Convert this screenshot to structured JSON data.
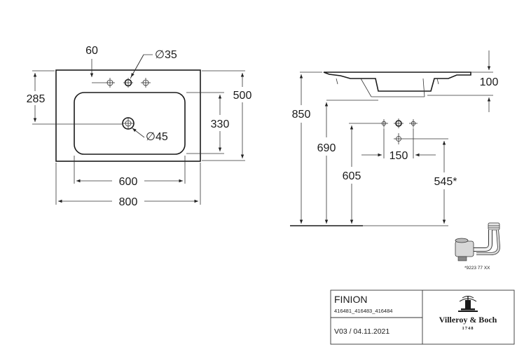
{
  "top_view": {
    "dim_tap_offset": "60",
    "dim_tap_hole": "∅35",
    "dim_depth_to_tap": "285",
    "dim_total_depth": "500",
    "dim_bowl_depth": "330",
    "dim_drain_hole": "∅45",
    "dim_bowl_width": "600",
    "dim_total_width": "800"
  },
  "side_view": {
    "dim_total_height": "850",
    "dim_top_height": "100",
    "dim_height_690": "690",
    "dim_hole_spacing": "150",
    "dim_height_605": "605",
    "dim_height_545": "545*",
    "siphon_note": "*9223 77 XX"
  },
  "title_block": {
    "product_name": "FINION",
    "article_numbers": "416481_416483_416484",
    "version": "V03 / 04.11.2021",
    "brand_name": "Villeroy & Boch",
    "brand_year": "1748"
  }
}
